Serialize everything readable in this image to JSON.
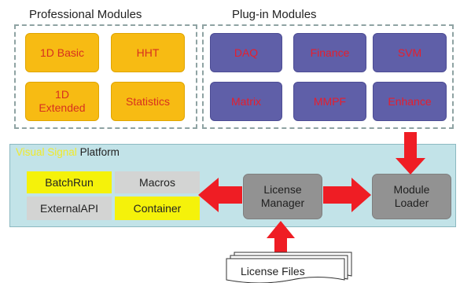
{
  "headers": {
    "professional": "Professional Modules",
    "plugin": "Plug-in Modules"
  },
  "professional_modules": [
    "1D Basic",
    "HHT",
    "1D\nExtended",
    "Statistics"
  ],
  "plugin_modules": [
    "DAQ",
    "Finance",
    "SVM",
    "Matrix",
    "MMPF",
    "Enhance"
  ],
  "platform": {
    "brand": "Visual Signal",
    "label": "Platform",
    "features": [
      "BatchRun",
      "Macros",
      "ExternalAPI",
      "Container"
    ],
    "license_manager": "License\nManager",
    "module_loader": "Module\nLoader"
  },
  "license_files": "License Files",
  "colors": {
    "professional_fill": "#f7bb13",
    "professional_text": "#d7301f",
    "plugin_fill": "#5f5fa8",
    "plugin_text": "#e61e2d",
    "platform_fill": "#c2e3e8",
    "brand_text": "#f0ea2b",
    "feature_yellow": "#f5f20a",
    "feature_gray": "#d3d4d3",
    "engine_gray": "#929292",
    "arrow_red": "#ef1d24"
  }
}
